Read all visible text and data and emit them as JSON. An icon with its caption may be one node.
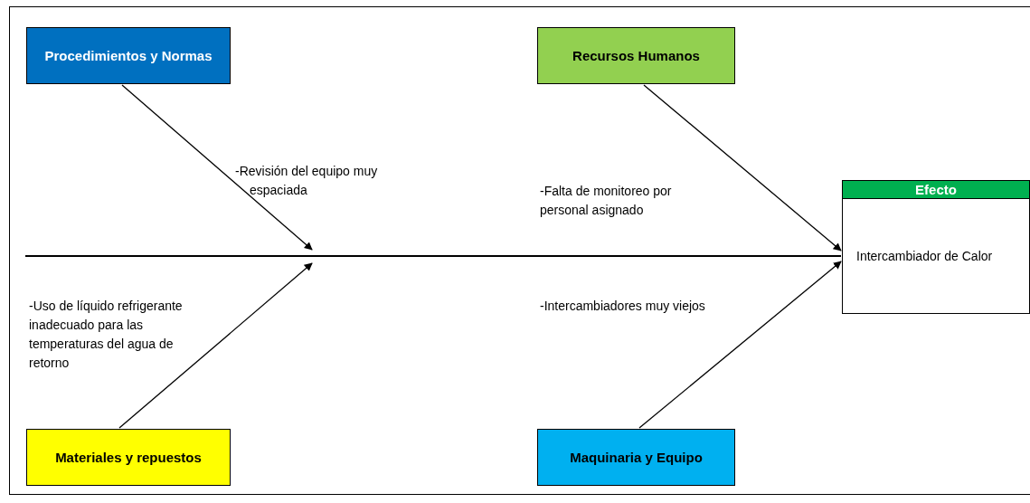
{
  "diagram": {
    "nodes": [
      {
        "text": [
          "Procedimientos y Normas"
        ]
      },
      {
        "text": [
          "Recursos Humanos"
        ]
      },
      {
        "text": [
          "Efecto",
          "Intercambiador de Calor"
        ]
      },
      {
        "text": [
          "Materiales y repuestos"
        ]
      },
      {
        "text": [
          "Maquinaria y Equipo"
        ]
      }
    ],
    "edges": [
      {
        "from": null,
        "to": 2,
        "arrow": "none"
      },
      {
        "from": 0,
        "to": null,
        "arrow": "to"
      },
      {
        "from": 1,
        "to": 2,
        "arrow": "to"
      },
      {
        "from": 3,
        "to": null,
        "arrow": "to"
      },
      {
        "from": 4,
        "to": 2,
        "arrow": "to"
      }
    ],
    "labels": [
      "-Revisión del equipo muy espaciada",
      "-Falta de monitoreo por personal asignado",
      "-Uso de líquido refrigerante inadecuado para las temperaturas del agua de retorno",
      "-Intercambiadores muy viejos"
    ]
  }
}
